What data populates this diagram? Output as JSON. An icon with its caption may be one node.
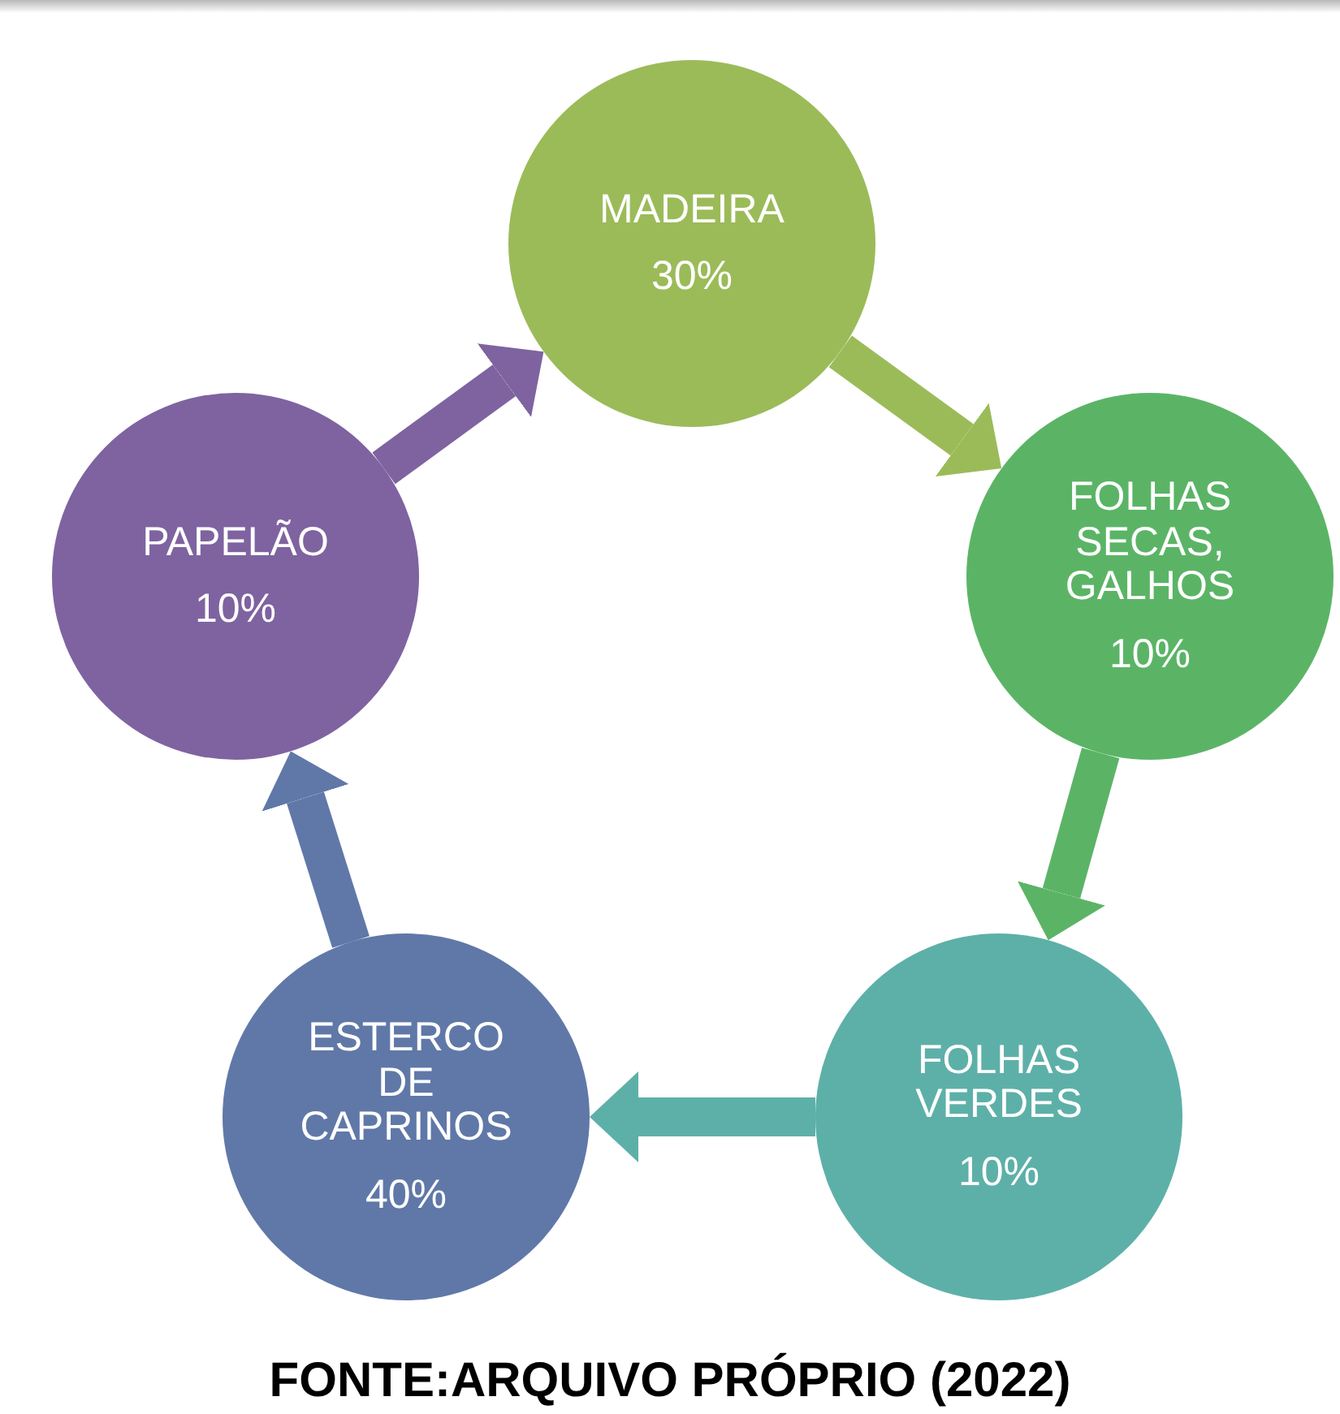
{
  "diagram": {
    "caption": "FONTE:ARQUIVO PRÓPRIO (2022)",
    "nodes": [
      {
        "text": [
          "MADEIRA",
          "30%"
        ]
      },
      {
        "text": [
          "FOLHAS SECAS, GALHOS",
          "10%"
        ]
      },
      {
        "text": [
          "FOLHAS VERDES",
          "10%"
        ]
      },
      {
        "text": [
          "ESTERCO DE CAPRINOS",
          "40%"
        ]
      },
      {
        "text": [
          "PAPELÃO",
          "10%"
        ]
      }
    ],
    "edges": [
      {
        "from": 0,
        "to": 1,
        "arrow": "to",
        "color": "#9bbb59"
      },
      {
        "from": 1,
        "to": 2,
        "arrow": "to",
        "color": "#5bb466"
      },
      {
        "from": 2,
        "to": 3,
        "arrow": "to",
        "color": "#5db0a8"
      },
      {
        "from": 3,
        "to": 4,
        "arrow": "to",
        "color": "#6078a8"
      },
      {
        "from": 4,
        "to": 0,
        "arrow": "to",
        "color": "#7e63a0"
      }
    ]
  }
}
